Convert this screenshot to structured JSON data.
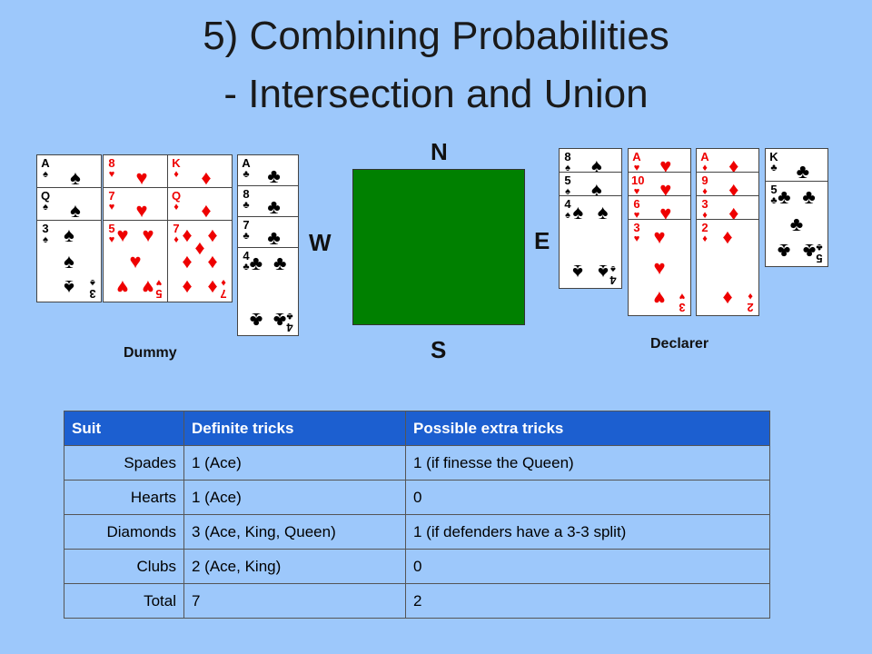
{
  "title": {
    "line1": "5) Combining Probabilities",
    "line2": "- Intersection and Union"
  },
  "compass": {
    "n": "N",
    "s": "S",
    "e": "E",
    "w": "W"
  },
  "labels": {
    "dummy": "Dummy",
    "declarer": "Declarer"
  },
  "colors": {
    "background": "#9dc8fb",
    "table_felt": "#008000",
    "header": "#1c5fd0",
    "red_suit": "#e00000",
    "black_suit": "#000000"
  },
  "dummy_cards": [
    {
      "suit": "spades",
      "ranks": [
        "A",
        "Q",
        "3"
      ]
    },
    {
      "suit": "hearts",
      "ranks": [
        "8",
        "7",
        "5"
      ]
    },
    {
      "suit": "diamonds",
      "ranks": [
        "K",
        "Q",
        "7"
      ]
    },
    {
      "suit": "clubs",
      "ranks": [
        "A",
        "8",
        "7",
        "4"
      ]
    }
  ],
  "declarer_cards": [
    {
      "suit": "spades",
      "ranks": [
        "8",
        "5",
        "4"
      ]
    },
    {
      "suit": "hearts",
      "ranks": [
        "A",
        "10",
        "6",
        "3"
      ]
    },
    {
      "suit": "diamonds",
      "ranks": [
        "A",
        "9",
        "3",
        "2"
      ]
    },
    {
      "suit": "clubs",
      "ranks": [
        "K",
        "5"
      ]
    }
  ],
  "table": {
    "headers": [
      "Suit",
      "Definite tricks",
      "Possible extra tricks"
    ],
    "rows": [
      [
        "Spades",
        "1 (Ace)",
        "1 (if finesse the Queen)"
      ],
      [
        "Hearts",
        "1 (Ace)",
        "0"
      ],
      [
        "Diamonds",
        "3 (Ace, King, Queen)",
        "1 (if defenders have a 3-3 split)"
      ],
      [
        "Clubs",
        "2 (Ace, King)",
        "0"
      ],
      [
        "Total",
        "7",
        "2"
      ]
    ]
  }
}
